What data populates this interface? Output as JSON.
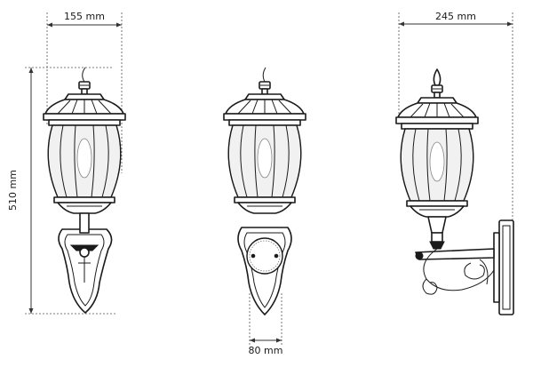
{
  "dimensions": {
    "front_width": "155 mm",
    "height": "510 mm",
    "back_plate_width": "80 mm",
    "side_depth": "245 mm"
  },
  "views": {
    "front": {
      "name": "front-view"
    },
    "back": {
      "name": "back-view"
    },
    "side": {
      "name": "side-view"
    }
  },
  "colors": {
    "line": "#1a1a1a",
    "glass": "#f1f1f1",
    "background": "#ffffff"
  }
}
